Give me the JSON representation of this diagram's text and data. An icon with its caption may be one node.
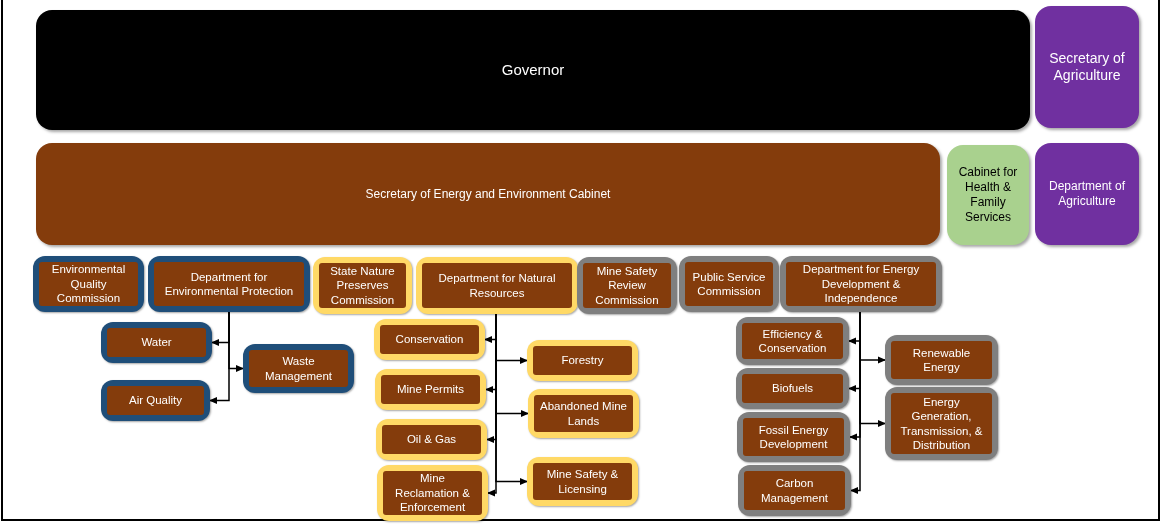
{
  "diagram": {
    "nodes": [
      {
        "text": [
          "Governor"
        ]
      },
      {
        "text": [
          "Secretary of Agriculture"
        ]
      },
      {
        "text": [
          "Secretary of Energy and Environment Cabinet"
        ]
      },
      {
        "text": [
          "Cabinet for Health & Family Services"
        ]
      },
      {
        "text": [
          "Department of Agriculture"
        ]
      },
      {
        "text": [
          "Environmental Quality Commission"
        ]
      },
      {
        "text": [
          "Department for Environmental Protection"
        ]
      },
      {
        "text": [
          "State Nature Preserves Commission"
        ]
      },
      {
        "text": [
          "Department for Natural Resources"
        ]
      },
      {
        "text": [
          "Mine Safety Review Commission"
        ]
      },
      {
        "text": [
          "Public Service Commission"
        ]
      },
      {
        "text": [
          "Department for Energy Development & Independence"
        ]
      },
      {
        "text": [
          "Water"
        ]
      },
      {
        "text": [
          "Waste Management"
        ]
      },
      {
        "text": [
          "Air Quality"
        ]
      },
      {
        "text": [
          "Conservation"
        ]
      },
      {
        "text": [
          "Forestry"
        ]
      },
      {
        "text": [
          "Mine Permits"
        ]
      },
      {
        "text": [
          "Abandoned Mine Lands"
        ]
      },
      {
        "text": [
          "Oil & Gas"
        ]
      },
      {
        "text": [
          "Mine Reclamation & Enforcement"
        ]
      },
      {
        "text": [
          "Mine Safety & Licensing"
        ]
      },
      {
        "text": [
          "Efficiency & Conservation"
        ]
      },
      {
        "text": [
          "Renewable Energy"
        ]
      },
      {
        "text": [
          "Biofuels"
        ]
      },
      {
        "text": [
          "Energy Generation, Transmission, & Distribution"
        ]
      },
      {
        "text": [
          "Fossil Energy Development"
        ]
      },
      {
        "text": [
          "Carbon Management"
        ]
      }
    ],
    "edges": [
      {
        "from": 6,
        "to": 12,
        "arrow": "to"
      },
      {
        "from": 6,
        "to": 13,
        "arrow": "to"
      },
      {
        "from": 6,
        "to": 14,
        "arrow": "to"
      },
      {
        "from": 8,
        "to": 15,
        "arrow": "to"
      },
      {
        "from": 8,
        "to": 16,
        "arrow": "to"
      },
      {
        "from": 8,
        "to": 17,
        "arrow": "to"
      },
      {
        "from": 8,
        "to": 18,
        "arrow": "to"
      },
      {
        "from": 8,
        "to": 19,
        "arrow": "to"
      },
      {
        "from": 8,
        "to": 20,
        "arrow": "to"
      },
      {
        "from": 8,
        "to": 21,
        "arrow": "to"
      },
      {
        "from": 11,
        "to": 22,
        "arrow": "to"
      },
      {
        "from": 11,
        "to": 23,
        "arrow": "to"
      },
      {
        "from": 11,
        "to": 24,
        "arrow": "to"
      },
      {
        "from": 11,
        "to": 25,
        "arrow": "to"
      },
      {
        "from": 11,
        "to": 26,
        "arrow": "to"
      },
      {
        "from": 11,
        "to": 27,
        "arrow": "to"
      }
    ]
  }
}
